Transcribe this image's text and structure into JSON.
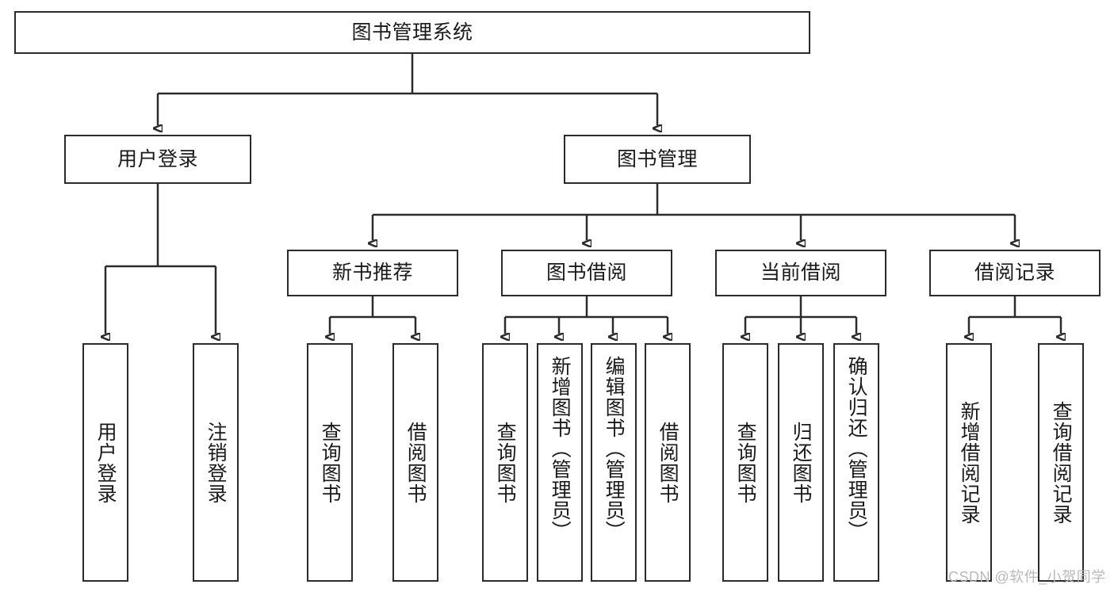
{
  "diagram": {
    "title": "图书管理系统",
    "watermark": "CSDN @软件_小贺同学",
    "colors": {
      "stroke": "#2b2b2b",
      "text": "#1a1a1a",
      "background": "#ffffff",
      "watermark": "#b9b9b9"
    },
    "nodes": {
      "root": {
        "label": "图书管理系统"
      },
      "level2": [
        {
          "label": "用户登录"
        },
        {
          "label": "图书管理"
        }
      ],
      "level3": [
        {
          "label": "新书推荐"
        },
        {
          "label": "图书借阅"
        },
        {
          "label": "当前借阅"
        },
        {
          "label": "借阅记录"
        }
      ],
      "leaves": {
        "user_login": [
          {
            "label": "用户登录"
          },
          {
            "label": "注销登录"
          }
        ],
        "new_book": [
          {
            "label": "查询图书"
          },
          {
            "label": "借阅图书"
          }
        ],
        "book_borrow": [
          {
            "label": "查询图书"
          },
          {
            "label": "新增图书（管理员）"
          },
          {
            "label": "编辑图书（管理员）"
          },
          {
            "label": "借阅图书"
          }
        ],
        "current_borrow": [
          {
            "label": "查询图书"
          },
          {
            "label": "归还图书"
          },
          {
            "label": "确认归还（管理员）"
          }
        ],
        "borrow_record": [
          {
            "label": "新增借阅记录"
          },
          {
            "label": "查询借阅记录"
          }
        ]
      }
    }
  }
}
